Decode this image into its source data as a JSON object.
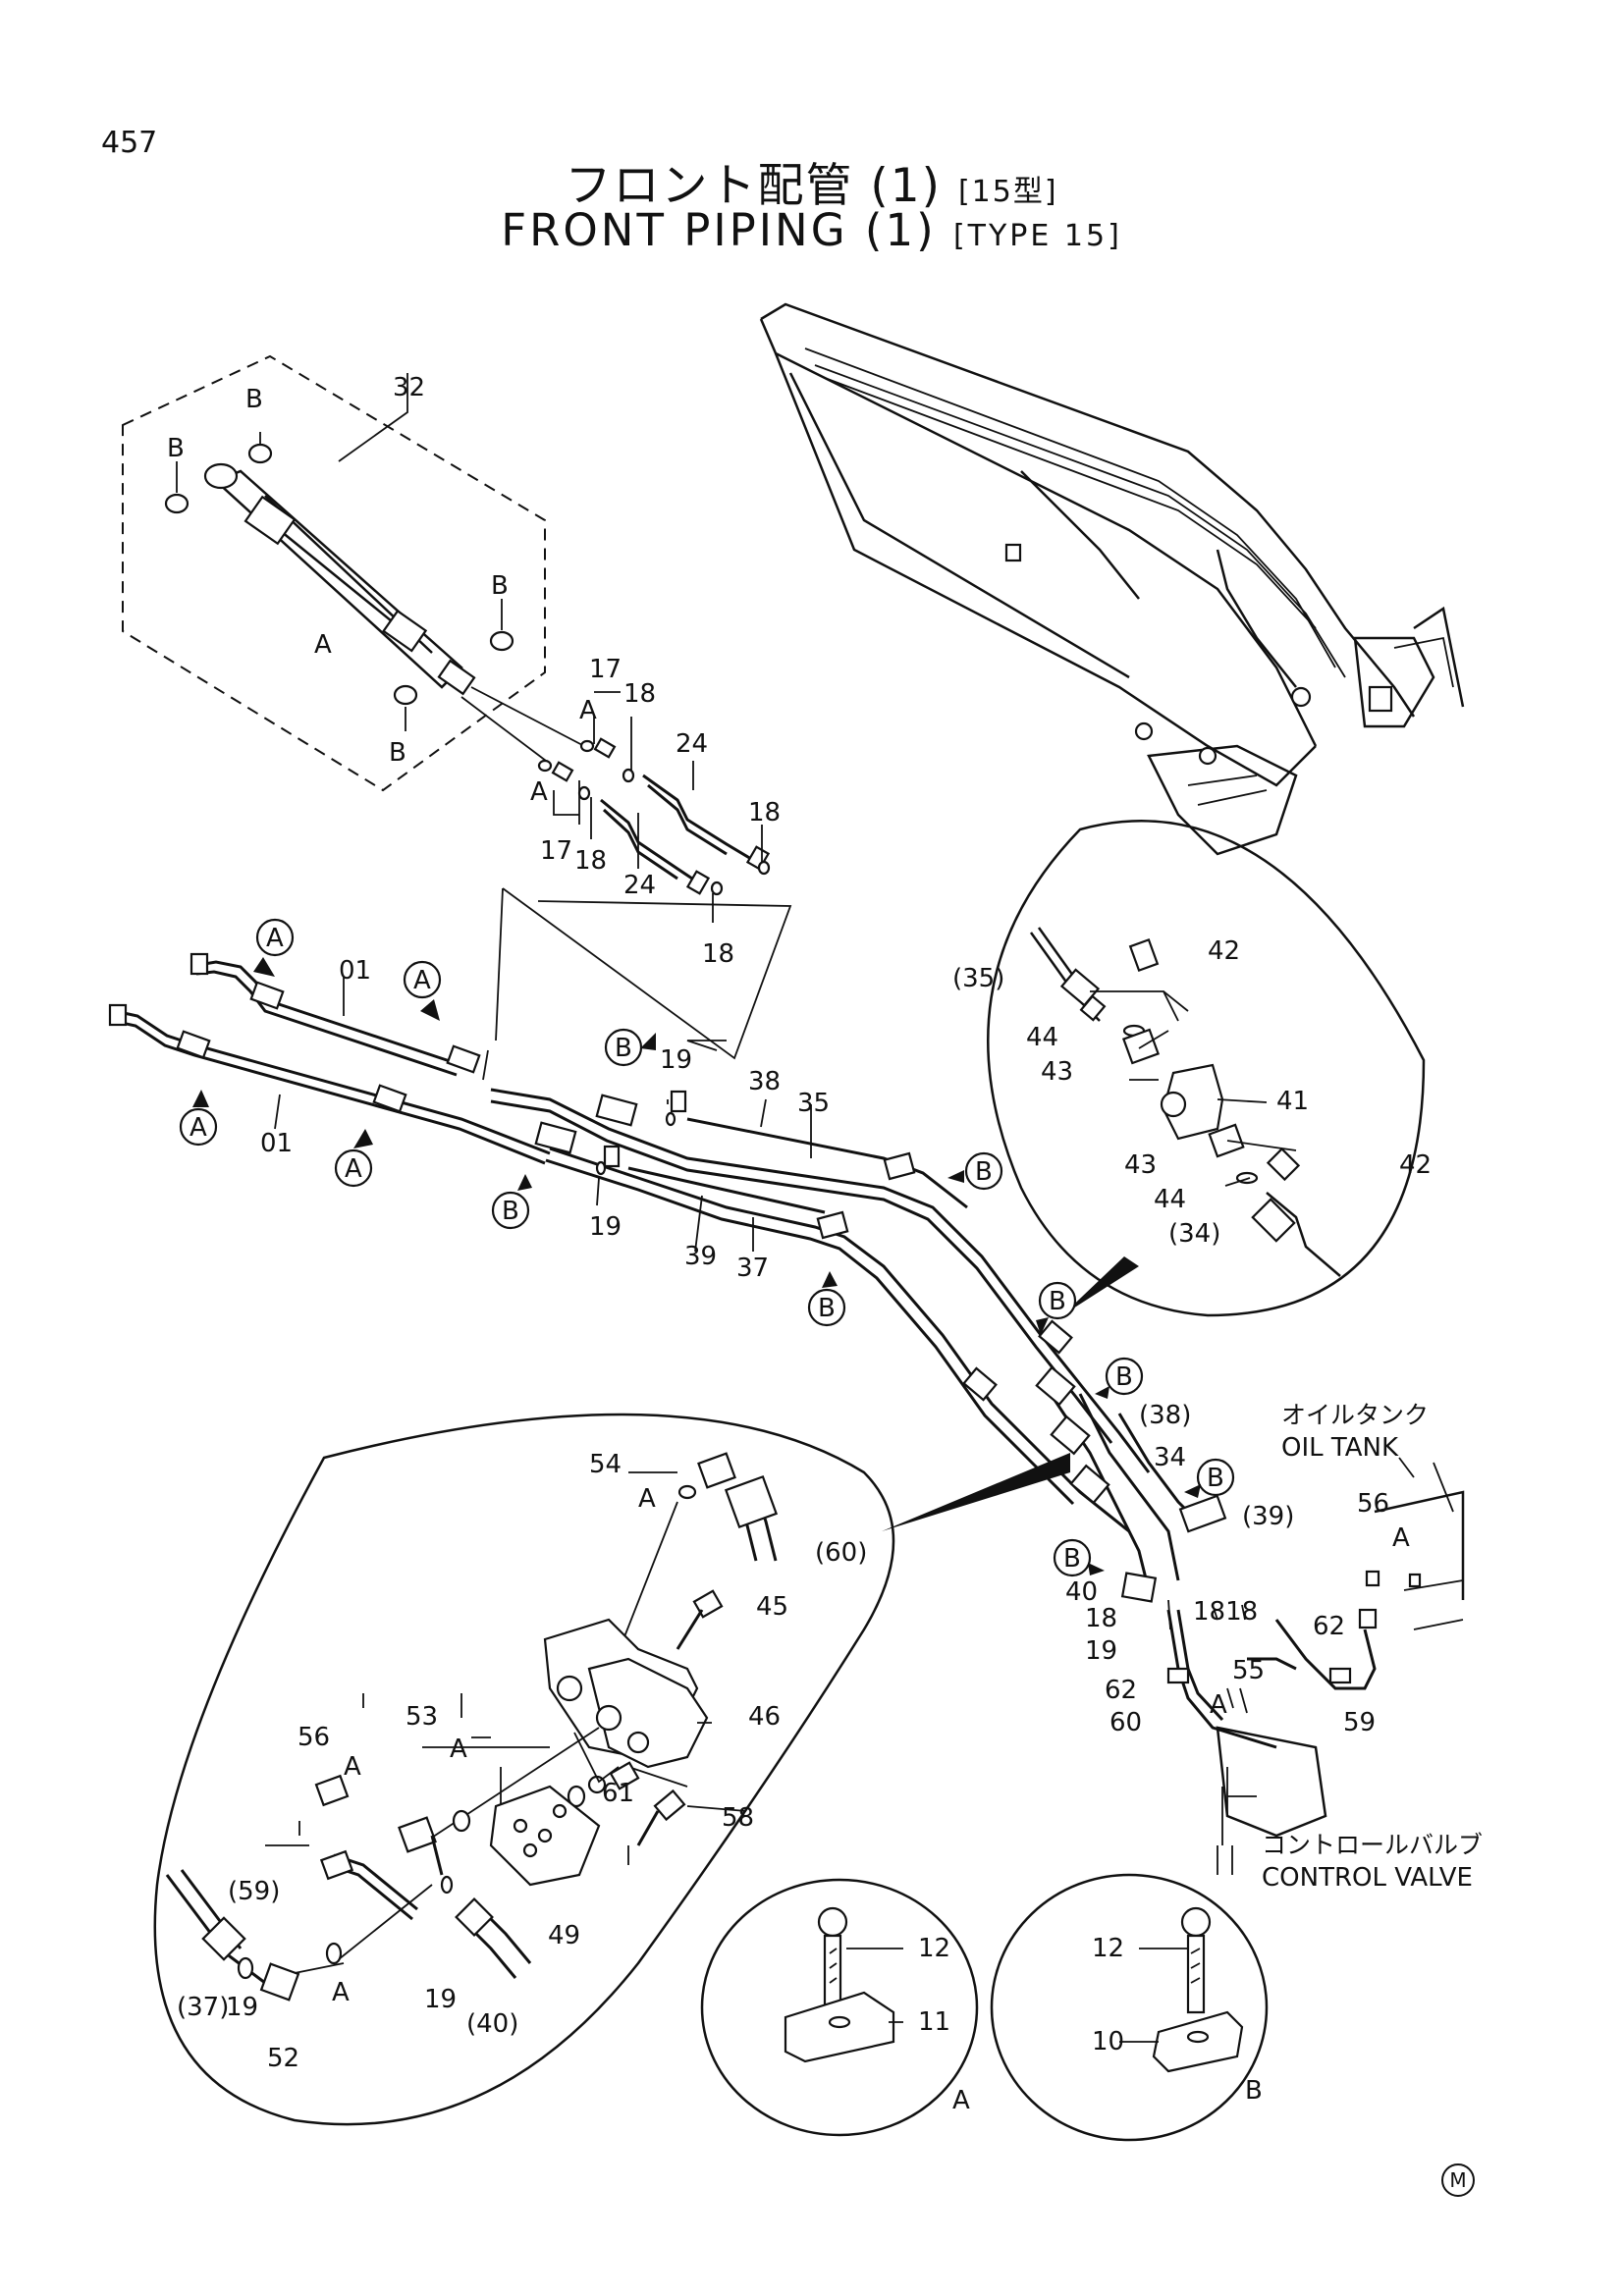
{
  "header": {
    "page_number": "457",
    "title_jp": "フロント配管 (1)",
    "title_jp_type": "[15型]",
    "title_en": "FRONT  PIPING  (1)",
    "title_en_type": "[TYPE 15]"
  },
  "labels": {
    "oil_tank_jp": "オイルタンク",
    "oil_tank_en": "OIL  TANK",
    "control_valve_jp": "コントロールバルブ",
    "control_valve_en": "CONTROL  VALVE",
    "detail_a": "A",
    "detail_b": "B"
  },
  "callouts": [
    {
      "text": "32"
    },
    {
      "text": "B"
    },
    {
      "text": "B"
    },
    {
      "text": "B"
    },
    {
      "text": "B"
    },
    {
      "text": "A"
    },
    {
      "text": "17"
    },
    {
      "text": "A"
    },
    {
      "text": "18"
    },
    {
      "text": "24"
    },
    {
      "text": "18"
    },
    {
      "text": "A"
    },
    {
      "text": "17"
    },
    {
      "text": "18"
    },
    {
      "text": "24"
    },
    {
      "text": "18"
    },
    {
      "text": "01"
    },
    {
      "text": "01"
    },
    {
      "text": "19"
    },
    {
      "text": "38"
    },
    {
      "text": "35"
    },
    {
      "text": "19"
    },
    {
      "text": "39"
    },
    {
      "text": "37"
    },
    {
      "text": "42"
    },
    {
      "text": "(35)"
    },
    {
      "text": "44"
    },
    {
      "text": "43"
    },
    {
      "text": "41"
    },
    {
      "text": "43"
    },
    {
      "text": "44"
    },
    {
      "text": "42"
    },
    {
      "text": "(34)"
    },
    {
      "text": "(38)"
    },
    {
      "text": "34"
    },
    {
      "text": "(39)"
    },
    {
      "text": "40"
    },
    {
      "text": "18"
    },
    {
      "text": "1818"
    },
    {
      "text": "19"
    },
    {
      "text": "62"
    },
    {
      "text": "60"
    },
    {
      "text": "55"
    },
    {
      "text": "A"
    },
    {
      "text": "56"
    },
    {
      "text": "A"
    },
    {
      "text": "62"
    },
    {
      "text": "59"
    },
    {
      "text": "54"
    },
    {
      "text": "A"
    },
    {
      "text": "(60)"
    },
    {
      "text": "45"
    },
    {
      "text": "53"
    },
    {
      "text": "A"
    },
    {
      "text": "46"
    },
    {
      "text": "56"
    },
    {
      "text": "A"
    },
    {
      "text": "61"
    },
    {
      "text": "58"
    },
    {
      "text": "(59)"
    },
    {
      "text": "49"
    },
    {
      "text": "(37)"
    },
    {
      "text": "19"
    },
    {
      "text": "19"
    },
    {
      "text": "(40)"
    },
    {
      "text": "A"
    },
    {
      "text": "52"
    },
    {
      "text": "12"
    },
    {
      "text": "11"
    },
    {
      "text": "12"
    },
    {
      "text": "10"
    }
  ],
  "circled_markers": [
    {
      "text": "A"
    },
    {
      "text": "A"
    },
    {
      "text": "A"
    },
    {
      "text": "A"
    },
    {
      "text": "B"
    },
    {
      "text": "B"
    },
    {
      "text": "B"
    },
    {
      "text": "B"
    },
    {
      "text": "B"
    },
    {
      "text": "B"
    },
    {
      "text": "B"
    },
    {
      "text": "B"
    }
  ],
  "footer_mark": "M"
}
